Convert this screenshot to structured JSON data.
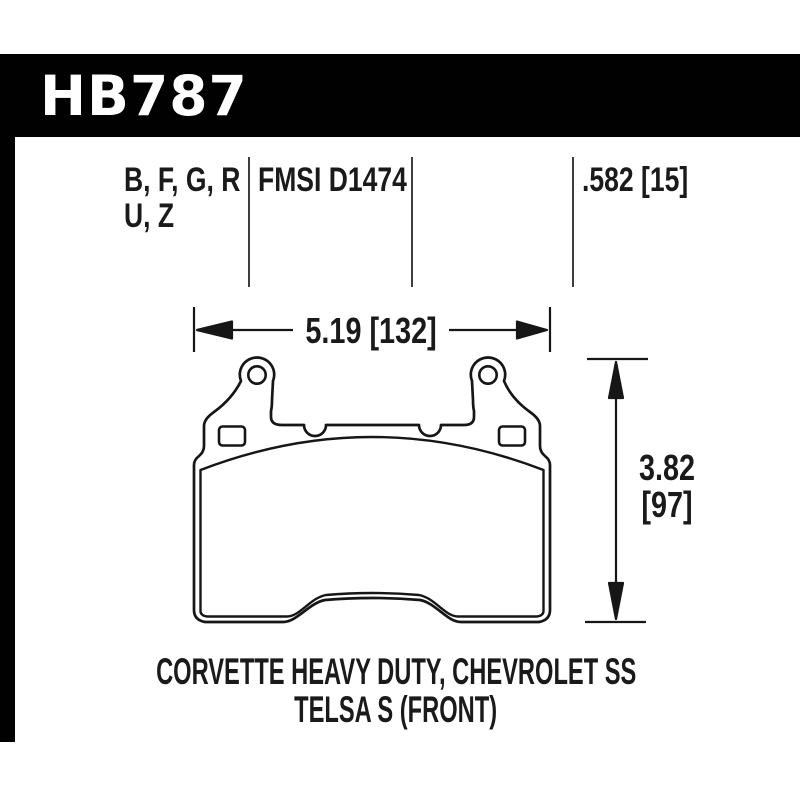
{
  "page": {
    "background": "#ffffff",
    "ink": "#1a1a1a",
    "header_bg": "#010101",
    "header_fg": "#ffffff",
    "divider_color": "#3d3d3d"
  },
  "header": {
    "part_number": "HB787"
  },
  "spec_row": {
    "compounds_line1": "B, F, G, R",
    "compounds_line2": "U, Z",
    "fmsi": "FMSI D1474",
    "thickness": ".582 [15]"
  },
  "dimensions": {
    "width_label": "5.19 [132]",
    "height_in": "3.82",
    "height_mm": "[97]"
  },
  "caption": {
    "line1": "CORVETTE HEAVY DUTY, CHEVROLET SS",
    "line2": "TELSA S (FRONT)"
  }
}
